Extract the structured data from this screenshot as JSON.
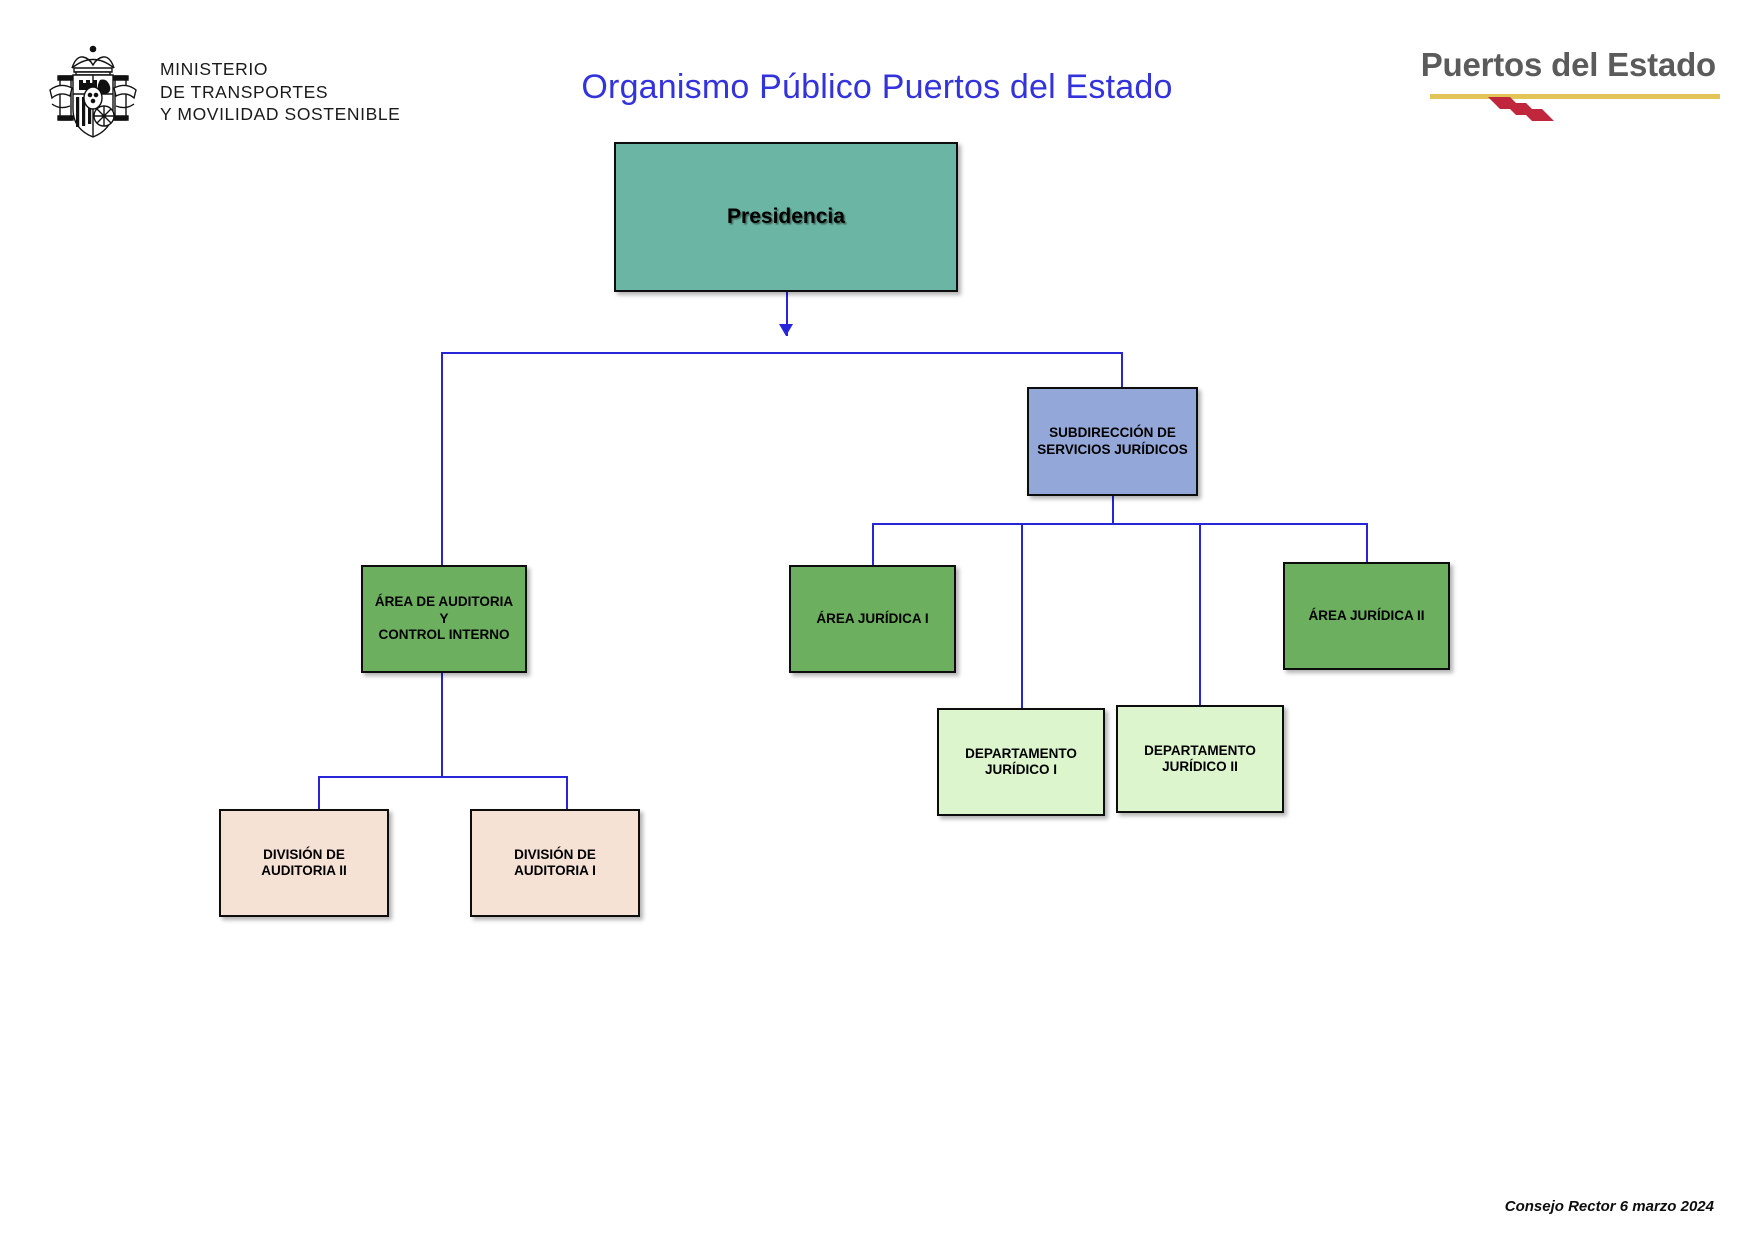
{
  "header": {
    "ministry": {
      "line1": "MINISTERIO",
      "line2": "DE TRANSPORTES",
      "line3": "Y MOVILIDAD SOSTENIBLE",
      "crest_alt": "spain-coat-of-arms"
    },
    "title": "Organismo Público Puertos del Estado",
    "brand": {
      "name": "Puertos del Estado",
      "gold_color": "#e2c457",
      "wave_color": "#c0263c",
      "text_color": "#5b5b5b"
    }
  },
  "colors": {
    "title": "#3333dd",
    "connector": "#2626d8",
    "presidencia_fill": "#6bb5a4",
    "subdireccion_fill": "#93a8d8",
    "area_fill": "#6caf5e",
    "departamento_fill": "#dcf5cc",
    "division_fill": "#f5e2d5",
    "border": "#0d0d0d"
  },
  "chart_data": {
    "type": "diagram",
    "title": "Organismo Público Puertos del Estado",
    "nodes": [
      {
        "id": "presidencia",
        "label": "Presidencia",
        "level": 0
      },
      {
        "id": "subdireccion",
        "label": "SUBDIRECCIÓN DE\nSERVICIOS JURÍDICOS",
        "level": 1
      },
      {
        "id": "auditoria",
        "label": "ÁREA DE AUDITORIA Y\nCONTROL INTERNO",
        "level": 2
      },
      {
        "id": "juridica-1",
        "label": "ÁREA JURÍDICA I",
        "level": 2
      },
      {
        "id": "juridica-2",
        "label": "ÁREA  JURÍDICA II",
        "level": 2
      },
      {
        "id": "depto-1",
        "label": "DEPARTAMENTO\nJURÍDICO I",
        "level": 3
      },
      {
        "id": "depto-2",
        "label": "DEPARTAMENTO\nJURÍDICO II",
        "level": 3
      },
      {
        "id": "division-2",
        "label": "DIVISIÓN DE\nAUDITORIA II",
        "level": 3
      },
      {
        "id": "division-1",
        "label": "DIVISIÓN DE\nAUDITORIA I",
        "level": 3
      }
    ],
    "edges": [
      {
        "from": "presidencia",
        "to": "auditoria"
      },
      {
        "from": "presidencia",
        "to": "subdireccion"
      },
      {
        "from": "subdireccion",
        "to": "juridica-1"
      },
      {
        "from": "subdireccion",
        "to": "juridica-2"
      },
      {
        "from": "subdireccion",
        "to": "depto-1"
      },
      {
        "from": "subdireccion",
        "to": "depto-2"
      },
      {
        "from": "auditoria",
        "to": "division-2"
      },
      {
        "from": "auditoria",
        "to": "division-1"
      }
    ]
  },
  "footer": {
    "note": "Consejo Rector 6 marzo 2024"
  }
}
